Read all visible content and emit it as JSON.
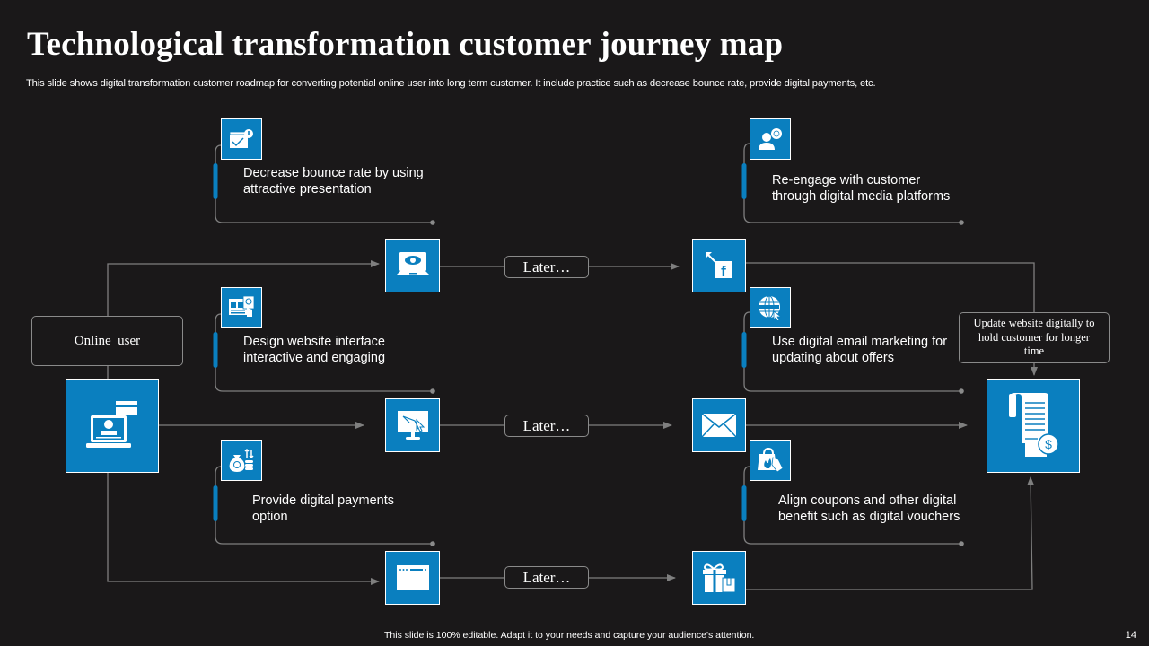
{
  "slide": {
    "title": "Technological transformation customer journey map",
    "subtitle": "This slide shows digital transformation customer roadmap for converting potential online user into long term customer. It include practice such as decrease bounce rate, provide digital payments, etc.",
    "footer": "This slide is 100% editable. Adapt it to your needs and capture your audience's attention.",
    "page_number": "14"
  },
  "colors": {
    "background": "#1a1819",
    "accent": "#0a7fbf",
    "connector": "#7f7f7f"
  },
  "start": {
    "label": "Online  user",
    "icon": "laptop-user-card-icon"
  },
  "end": {
    "label": "Update website digitally to hold customer for longer time",
    "icon": "receipt-dollar-icon"
  },
  "steps": [
    {
      "text": "Decrease bounce rate by using attractive presentation",
      "icon": "calendar-check-icon"
    },
    {
      "text": "Design website interface interactive and engaging",
      "icon": "web-layout-touch-icon"
    },
    {
      "text": "Provide digital payments option",
      "icon": "money-bag-coins-icon"
    },
    {
      "text": "Re-engage with customer through digital media platforms",
      "icon": "person-chat-icon"
    },
    {
      "text": "Use digital email marketing for updating about offers",
      "icon": "globe-cursor-icon"
    },
    {
      "text": "Align coupons and other digital benefit such as digital vouchers",
      "icon": "shopping-bag-tag-icon"
    }
  ],
  "rows": [
    {
      "left_icon": "laptop-eye-icon",
      "later": "Later…",
      "right_icon": "facebook-share-icon"
    },
    {
      "left_icon": "monitor-cursor-icon",
      "later": "Later…",
      "right_icon": "envelope-icon"
    },
    {
      "left_icon": "browser-window-icon",
      "later": "Later…",
      "right_icon": "gift-box-icon"
    }
  ]
}
